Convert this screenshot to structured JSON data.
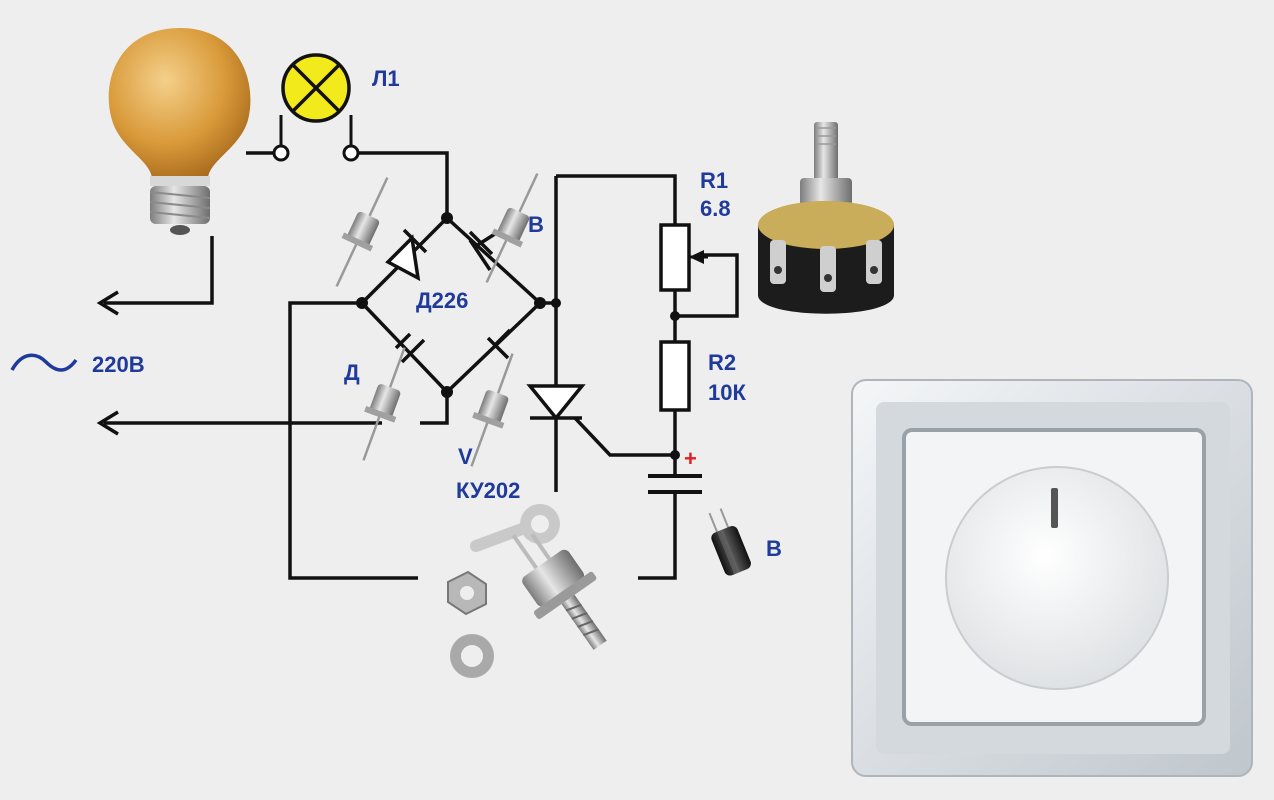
{
  "diagram": {
    "title": "",
    "labels": {
      "lamp_symbol": "Л1",
      "mains": "220В",
      "mains_symbol": "~",
      "diode_bridge": "Д226",
      "diode_partial_left": "Д",
      "diode_partial_right": "В",
      "thyristor_partial": "V",
      "thyristor": "КУ202",
      "r1_name": "R1",
      "r1_value": "6.8",
      "r2_name": "R2",
      "r2_value": "10К",
      "capacitor_polarity": "+",
      "capacitor_partial": "В"
    },
    "colors": {
      "wire": "#111111",
      "label": "#1f3a9a",
      "lamp_symbol_fill": "#f2ea1a",
      "plus": "#e02020",
      "background": "#eeeeee"
    },
    "icons": [
      "light-bulb-icon",
      "potentiometer-icon",
      "diode-icon",
      "thyristor-icon",
      "capacitor-icon",
      "dimmer-switch-icon"
    ]
  }
}
